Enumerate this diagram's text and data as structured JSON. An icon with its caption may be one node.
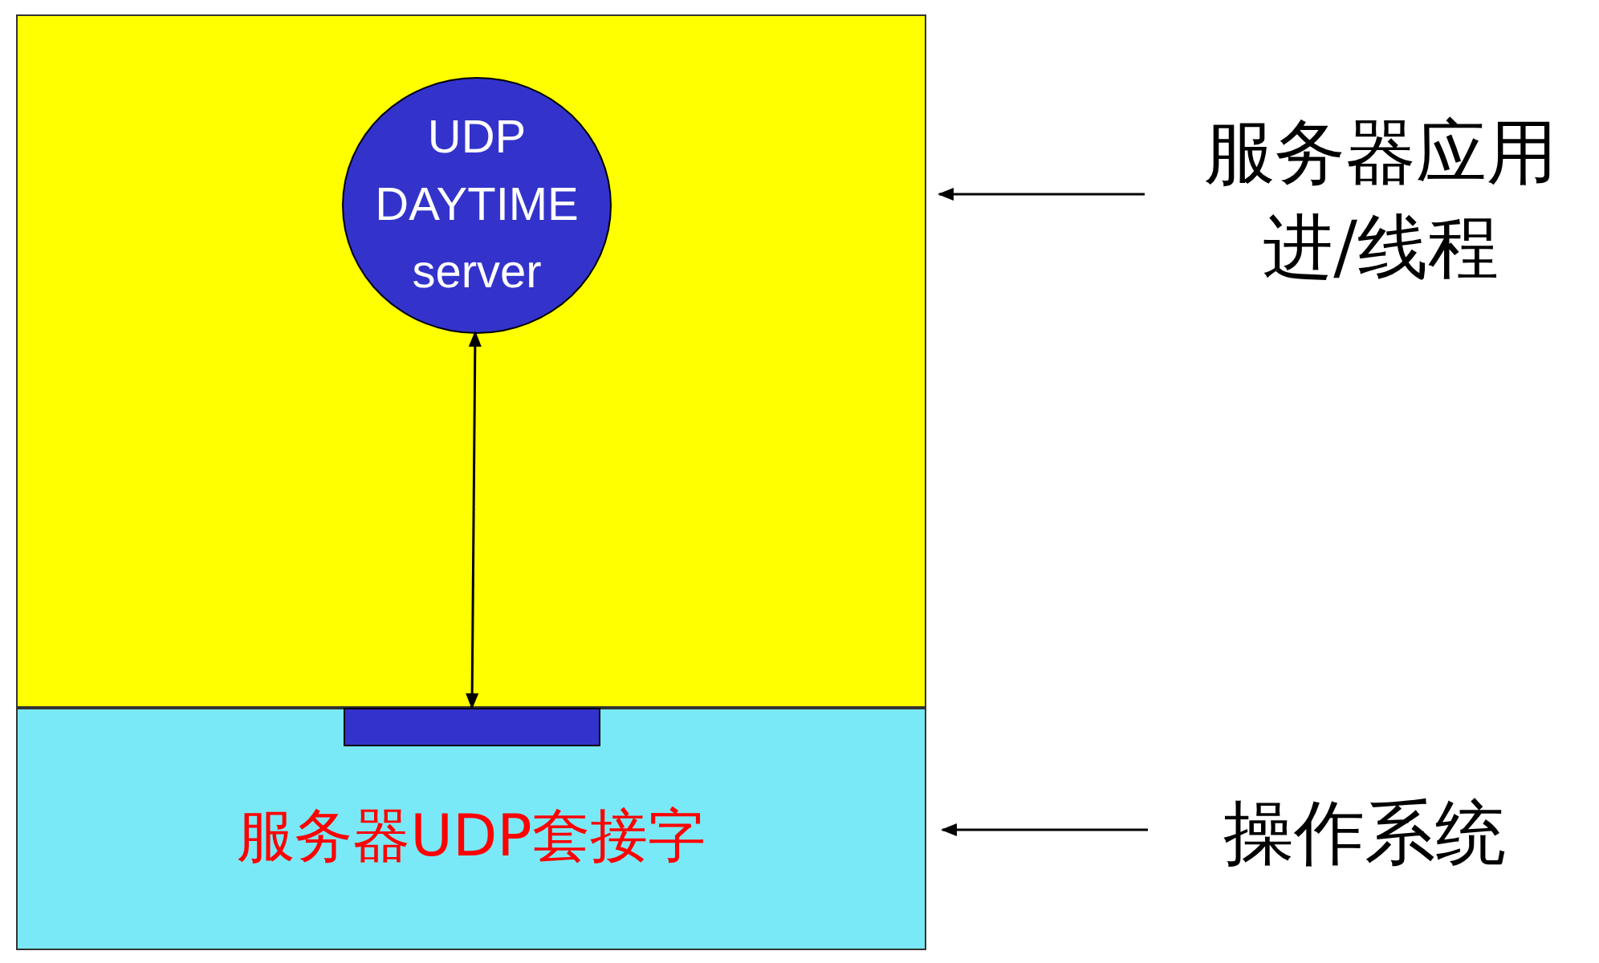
{
  "diagram": {
    "nodes": [
      {
        "text": [],
        "shape": "box"
      },
      {
        "text": [
          "UDP DAYTIME server"
        ],
        "in": 0
      },
      {
        "text": [
          "服务器UDP套接字"
        ]
      },
      {
        "text": [],
        "shape": "bar",
        "in": 2
      },
      {
        "text": [
          "服务器应用进/线程"
        ]
      },
      {
        "text": [
          "操作系统"
        ]
      }
    ],
    "edges": [
      {
        "from": 1,
        "to": 3,
        "arrow": "both"
      },
      {
        "from": 4,
        "to": 0,
        "arrow": "to"
      },
      {
        "from": 5,
        "to": 2,
        "arrow": "to"
      }
    ]
  }
}
